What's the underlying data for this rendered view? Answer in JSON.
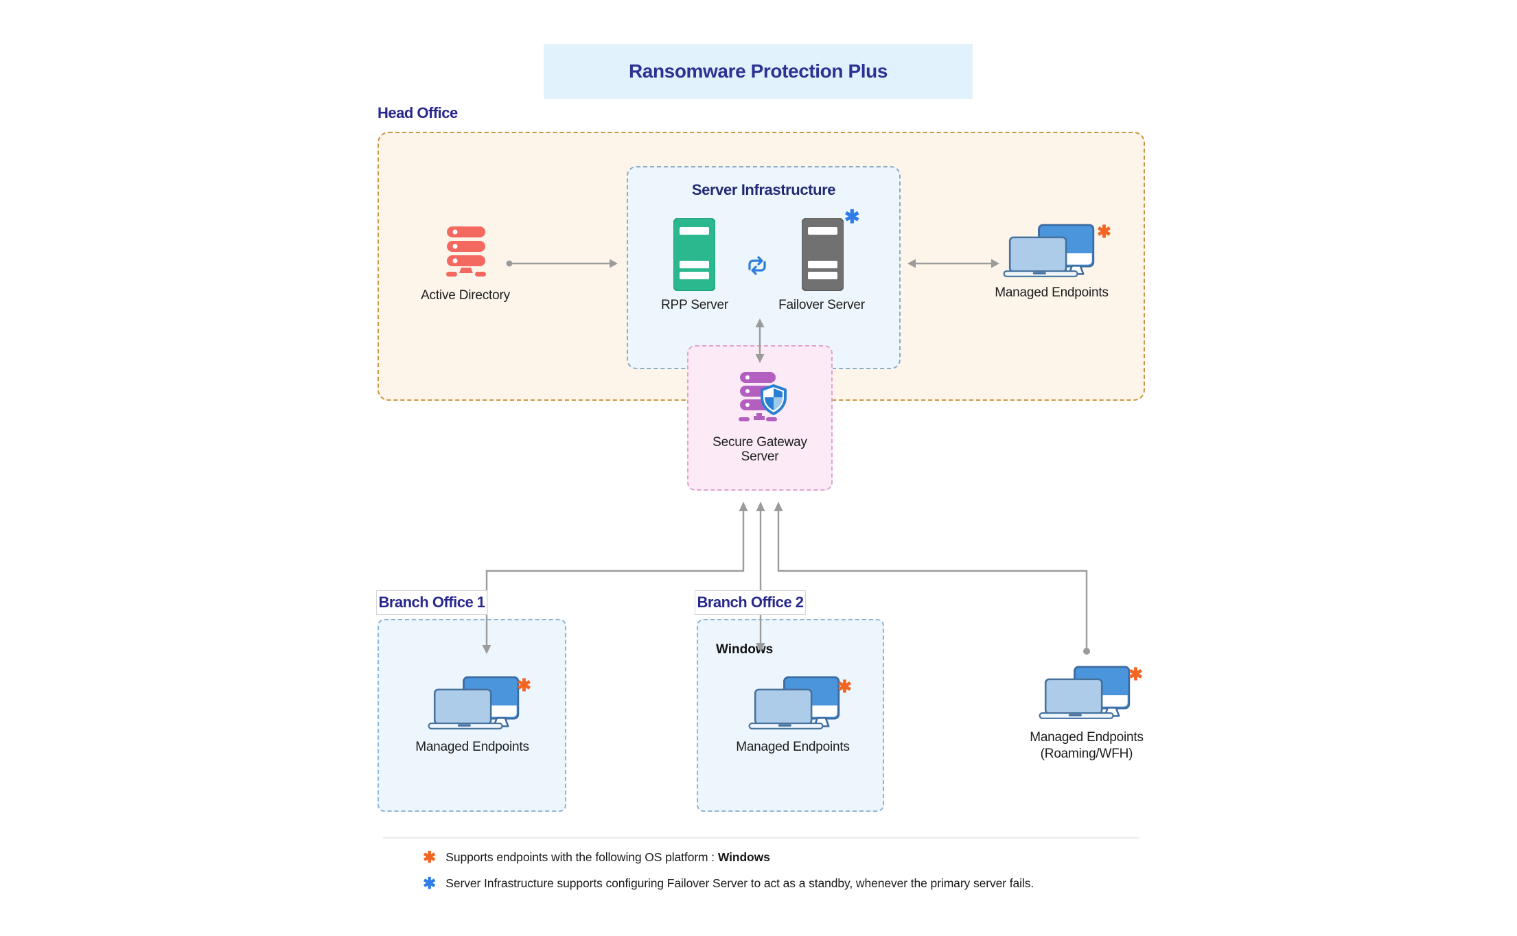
{
  "title": "Ransomware Protection Plus",
  "head_office": {
    "label": "Head Office",
    "active_directory": {
      "label": "Active Directory",
      "icon": "server-stack-red"
    },
    "server_infrastructure": {
      "title": "Server Infrastructure",
      "rpp_server": {
        "label": "RPP Server",
        "icon": "tower-server-green"
      },
      "failover_server": {
        "label": "Failover Server",
        "icon": "tower-server-gray",
        "note_marker": "✱"
      },
      "sync_icon": "sync-arrows"
    },
    "managed_endpoints": {
      "label": "Managed Endpoints",
      "note_marker": "✱",
      "icon": "laptop-and-monitor"
    }
  },
  "secure_gateway_server": {
    "label_line1": "Secure Gateway",
    "label_line2": "Server",
    "icon": "server-stack-purple-shield"
  },
  "branch_office_1": {
    "label": "Branch Office 1",
    "managed_endpoints": {
      "label": "Managed Endpoints",
      "note_marker": "✱",
      "icon": "laptop-and-monitor"
    }
  },
  "branch_office_2": {
    "label": "Branch Office 2",
    "platform_label": "Windows",
    "managed_endpoints": {
      "label": "Managed Endpoints",
      "note_marker": "✱",
      "icon": "laptop-and-monitor"
    }
  },
  "roaming_endpoints": {
    "label_line1": "Managed Endpoints",
    "label_line2": "(Roaming/WFH)",
    "note_marker": "✱",
    "icon": "laptop-and-monitor"
  },
  "footnotes": [
    {
      "marker": "✱",
      "marker_color": "#f26522",
      "text": "Supports endpoints with the following OS platform : ",
      "bold_text": "Windows"
    },
    {
      "marker": "✱",
      "marker_color": "#2e7de8",
      "text": "Server Infrastructure supports configuring Failover Server to act as a standby, whenever the primary server fails.",
      "bold_text": ""
    }
  ],
  "colors": {
    "banner_bg": "#e1f2fc",
    "title_text": "#2d3192",
    "section_label_text": "#28288c",
    "head_office_bg": "#fdf5e9",
    "head_office_border": "#c5973f",
    "infra_bg": "#edf6fc",
    "infra_border": "#8cabc4",
    "gateway_bg": "#fcebf6",
    "gateway_border": "#dfa3cd",
    "branch_bg": "#edf6fc",
    "branch_border": "#8fb4d3",
    "connector_gray": "#9b9b9b",
    "asterisk_orange": "#f26522",
    "asterisk_blue": "#2e7de8",
    "rpp_server_green": "#2cb88e",
    "failover_server_gray": "#717171",
    "active_directory_red": "#f4695f",
    "gateway_purple": "#b35fc0",
    "shield_blue": "#2980d0",
    "monitor_blue": "#4a95dc",
    "laptop_light_blue": "#adccea",
    "sync_icon_blue": "#2e7ddb"
  }
}
